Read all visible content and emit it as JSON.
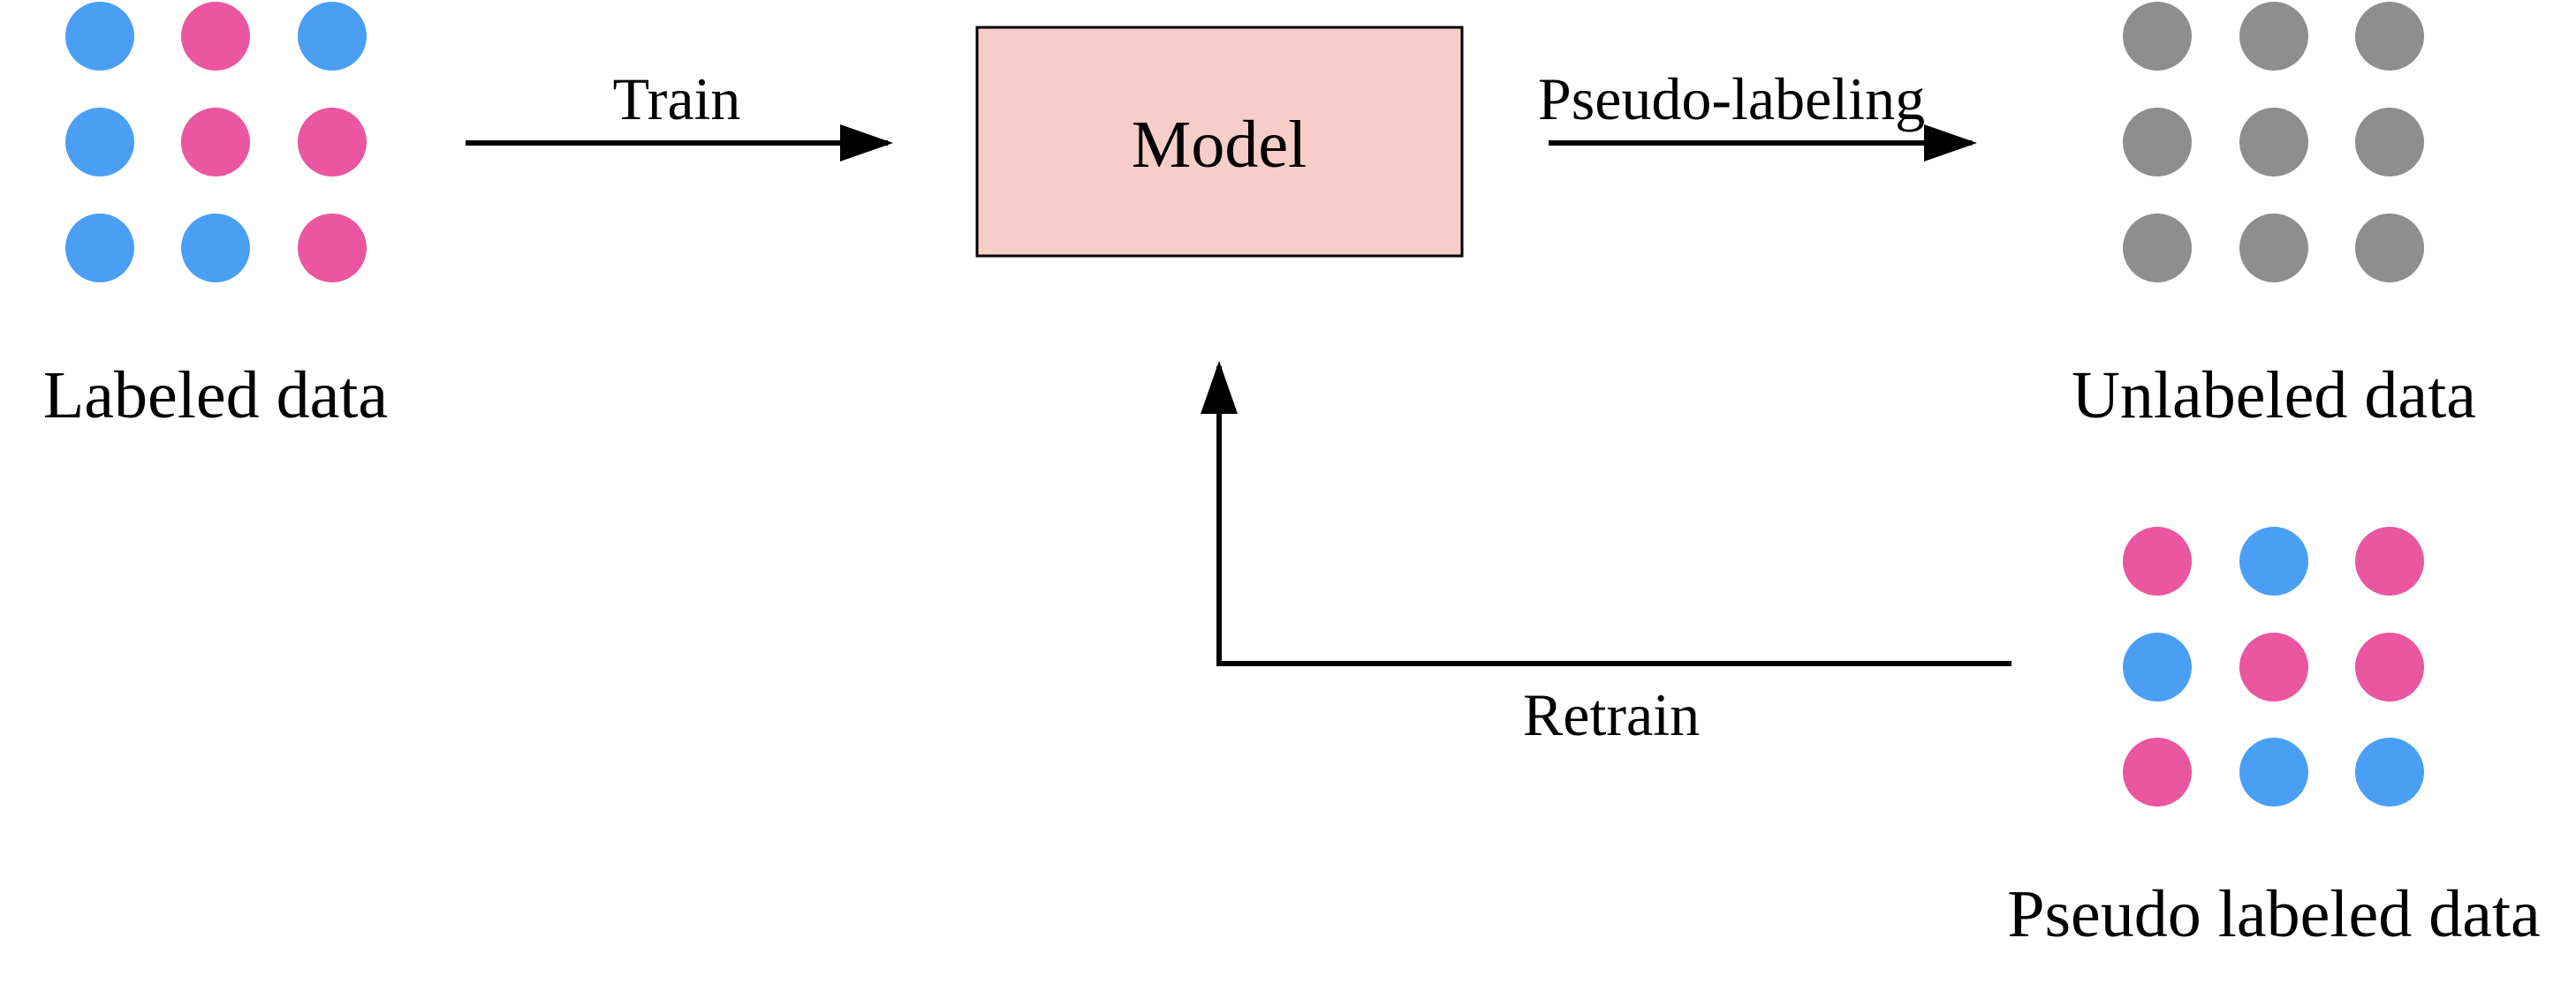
{
  "labels": {
    "labeled": "Labeled data",
    "unlabeled": "Unlabeled data",
    "pseudo": "Pseudo labeled data",
    "model": "Model",
    "train": "Train",
    "pseudo_labeling": "Pseudo-labeling",
    "retrain": "Retrain"
  },
  "colors": {
    "blue": "#4a9ff5",
    "pink": "#ea569f",
    "gray": "#8e8e8e",
    "model_fill": "#f6cdc7",
    "line": "#000000"
  },
  "grids": {
    "labeled": [
      [
        "blue",
        "pink",
        "blue"
      ],
      [
        "blue",
        "pink",
        "pink"
      ],
      [
        "blue",
        "blue",
        "pink"
      ]
    ],
    "unlabeled": [
      [
        "gray",
        "gray",
        "gray"
      ],
      [
        "gray",
        "gray",
        "gray"
      ],
      [
        "gray",
        "gray",
        "gray"
      ]
    ],
    "pseudo": [
      [
        "pink",
        "blue",
        "pink"
      ],
      [
        "blue",
        "pink",
        "pink"
      ],
      [
        "pink",
        "blue",
        "blue"
      ]
    ]
  }
}
